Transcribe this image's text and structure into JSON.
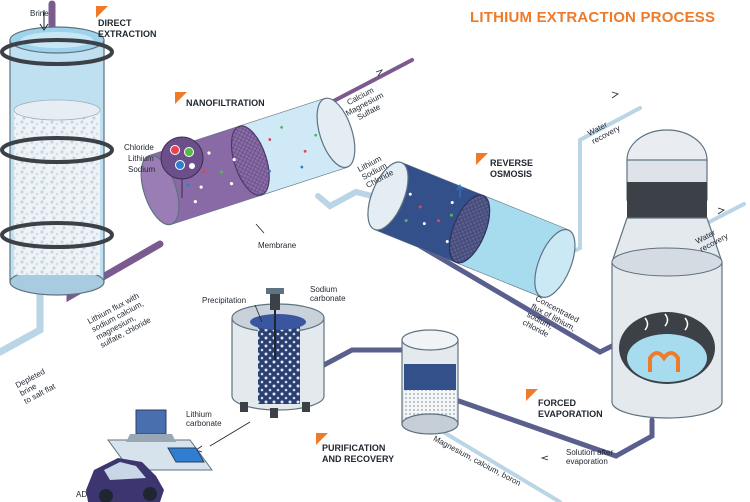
{
  "title": "LITHIUM EXTRACTION PROCESS",
  "stages": {
    "direct": [
      "DIRECT",
      "EXTRACTION"
    ],
    "nano": "NANOFILTRATION",
    "ro": [
      "REVERSE",
      "OSMOSIS"
    ],
    "forced": [
      "FORCED",
      "EVAPORATION"
    ],
    "purif": [
      "PURIFICATION",
      "AND RECOVERY"
    ]
  },
  "labels": {
    "brine": "Brine",
    "chloride": "Chloride",
    "lithium": "Lithium",
    "sodium": "Sodium",
    "membrane": "Membrane",
    "precipitation": "Precipitation",
    "sodium_carbonate": [
      "Sodium",
      "carbonate"
    ],
    "lithium_carbonate": [
      "Lithium",
      "carbonate"
    ],
    "solution_after": [
      "Solution after",
      "evaporation"
    ],
    "calcium": [
      "Calcium",
      "Magnesium",
      "Sulfate"
    ],
    "lisona": [
      "Lithium",
      "Sodium",
      "Chloride"
    ],
    "water1": [
      "Water",
      "recovery"
    ],
    "water2": [
      "Water",
      "recovery"
    ],
    "flux1": [
      "Lithium flux with",
      "sodium calcium,",
      "magnesium,",
      "sulfate, chloride"
    ],
    "depleted": [
      "Depleted",
      "brine",
      "to salt flat"
    ],
    "concentrated": [
      "Concentrated",
      "flux of lithium,",
      "sodium,",
      "chloride"
    ],
    "mgcab": "Magnesium, calcium, boron",
    "ad": "AD"
  },
  "colors": {
    "accent": "#ee7a2a",
    "pipe": "#7b5a8f",
    "water": "#a7dcef",
    "column": "#bfe0f1"
  }
}
